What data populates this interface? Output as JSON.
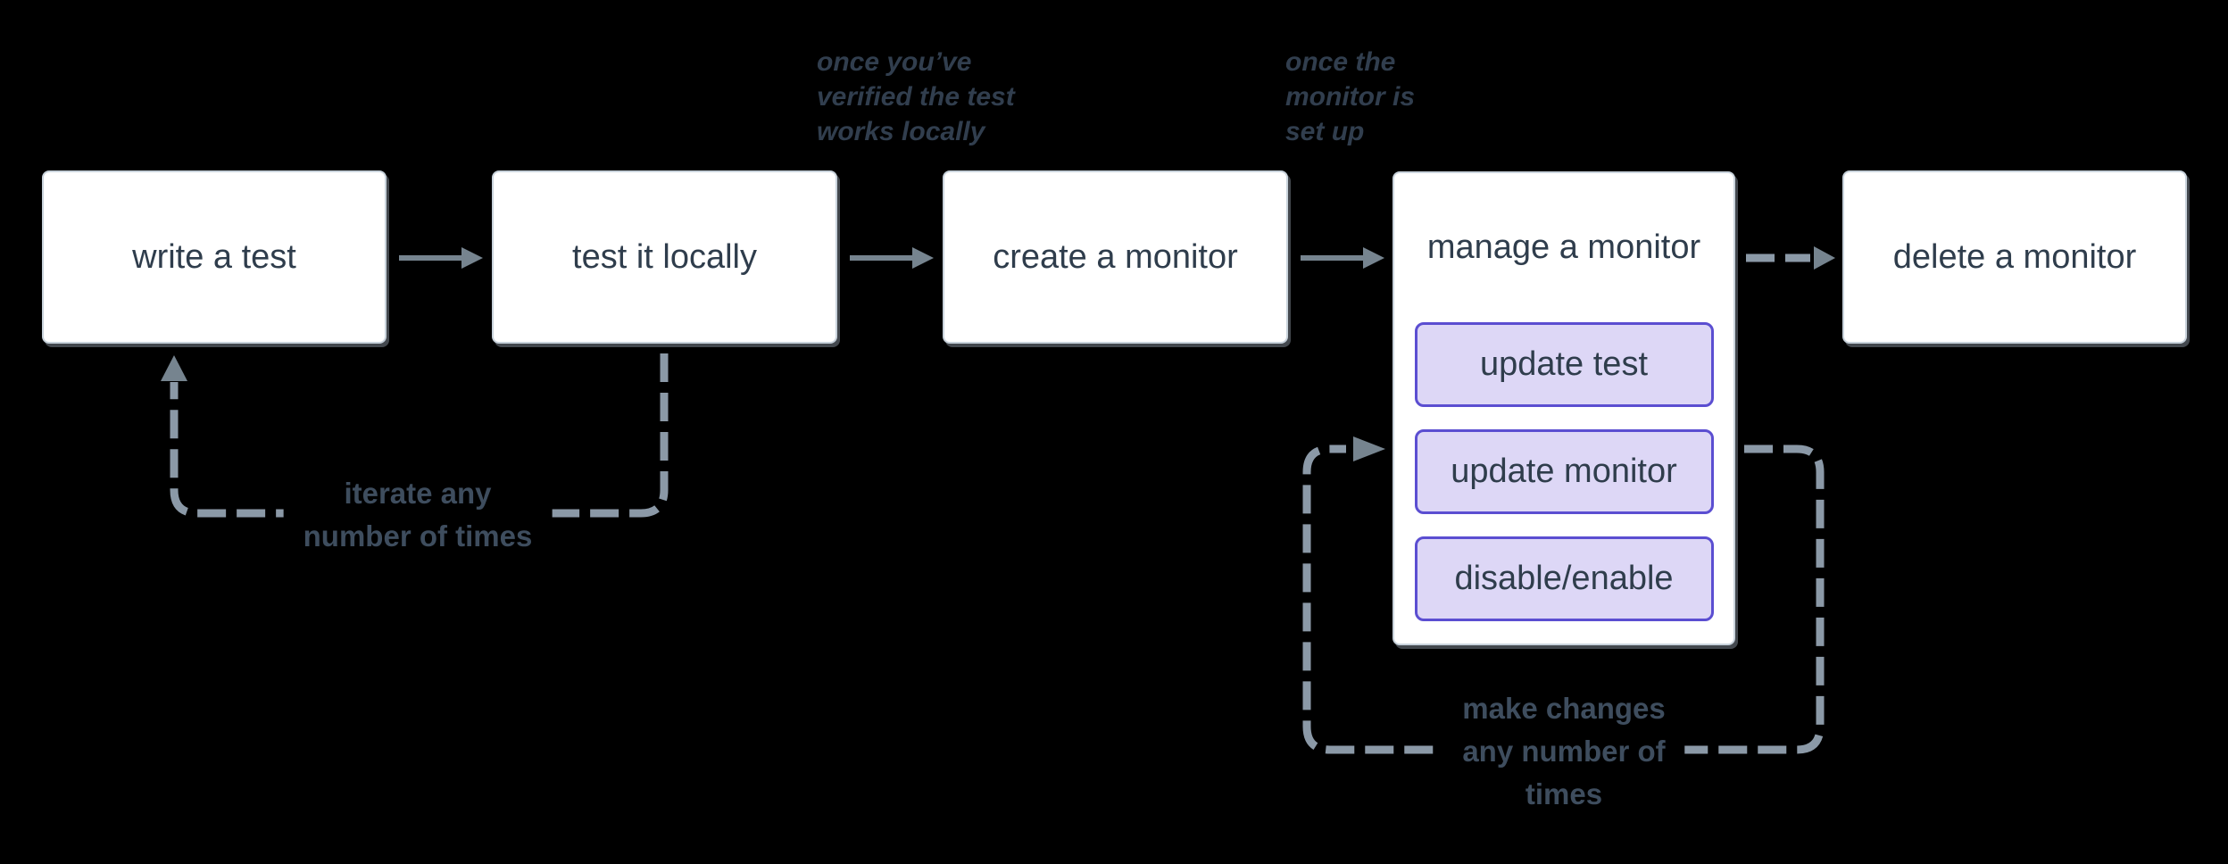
{
  "colors": {
    "background": "#000000",
    "node_fill": "#ffffff",
    "node_border": "#c9d3dc",
    "node_text": "#2f3d4c",
    "subnode_fill": "#ddd7f6",
    "subnode_border": "#5b4ed1",
    "solid_arrow": "#76848f",
    "dashed_line": "#8b99a7",
    "annotation_text": "#313e4e",
    "loop_label_text": "#3e4d5e"
  },
  "nodes": [
    {
      "id": "write-test",
      "label": "write a test"
    },
    {
      "id": "test-locally",
      "label": "test it locally"
    },
    {
      "id": "create-monitor",
      "label": "create a monitor"
    },
    {
      "id": "manage-monitor",
      "label": "manage a monitor",
      "children": [
        {
          "label": "update test"
        },
        {
          "label": "update monitor"
        },
        {
          "label": "disable/enable"
        }
      ]
    },
    {
      "id": "delete-monitor",
      "label": "delete a monitor"
    }
  ],
  "annotations": [
    {
      "id": "once-verified",
      "lines": [
        "once you’ve",
        "verified the test",
        "works locally"
      ]
    },
    {
      "id": "once-set-up",
      "lines": [
        "once the",
        "monitor is",
        "set up"
      ]
    }
  ],
  "loops": [
    {
      "id": "iterate-loop",
      "label_lines": [
        "iterate any",
        "number of times"
      ]
    },
    {
      "id": "make-changes-loop",
      "label_lines": [
        "make changes",
        "any number of",
        "times"
      ]
    }
  ]
}
